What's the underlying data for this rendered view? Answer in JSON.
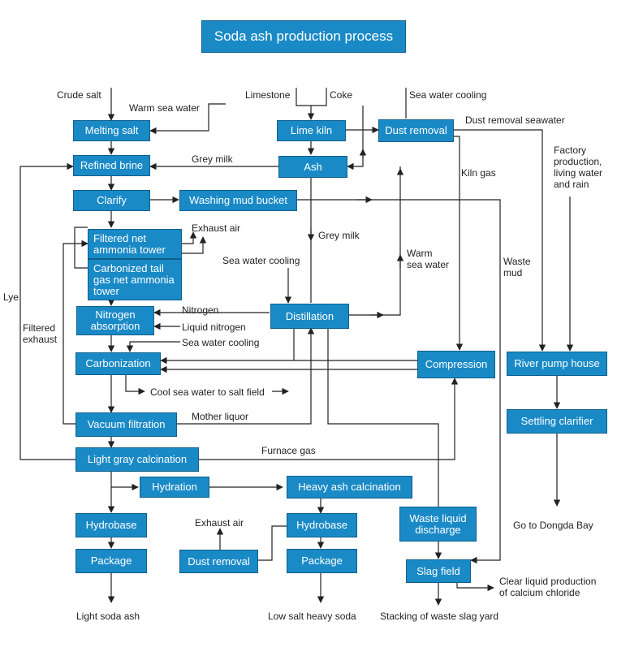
{
  "title": "Soda ash production process",
  "boxes": {
    "melting_salt": "Melting salt",
    "refined_brine": "Refined brine",
    "clarify": "Clarify",
    "washing_mud_bucket": "Washing mud bucket",
    "lime_kiln": "Lime kiln",
    "ash": "Ash",
    "dust_removal_top": "Dust removal",
    "filtered_net_ammonia_tower": "Filtered net\nammonia tower",
    "carbonized_tail_gas": "Carbonized tail\ngas net ammonia\ntower",
    "nitrogen_absorption": "Nitrogen\nabsorption",
    "distillation": "Distillation",
    "carbonization": "Carbonization",
    "compression": "Compression",
    "river_pump_house": "River pump house",
    "settling_clarifier": "Settling clarifier",
    "vacuum_filtration": "Vacuum filtration",
    "light_gray_calcination": "Light gray calcination",
    "hydration": "Hydration",
    "heavy_ash_calcination": "Heavy ash calcination",
    "hydrobase_left": "Hydrobase",
    "package_left": "Package",
    "dust_removal_bottom": "Dust removal",
    "hydrobase_right": "Hydrobase",
    "package_right": "Package",
    "waste_liquid_discharge": "Waste liquid\ndischarge",
    "slag_field": "Slag field"
  },
  "labels": {
    "crude_salt": "Crude salt",
    "warm_sea_water": "Warm sea water",
    "limestone": "Limestone",
    "coke": "Coke",
    "sea_water_cooling_top": "Sea water cooling",
    "dust_removal_seawater": "Dust removal seawater",
    "grey_milk_top": "Grey milk",
    "kiln_gas": "Kiln gas",
    "factory_production": "Factory\nproduction,\nliving water\nand rain",
    "exhaust_air_top": "Exhaust air",
    "grey_milk_mid": "Grey milk",
    "warm_sea_water_mid": "Warm\nsea water",
    "waste_mud": "Waste\nmud",
    "sea_water_cooling_mid": "Sea water cooling",
    "lye": "Lye",
    "filtered_exhaust": "Filtered\nexhaust",
    "nitrogen": "Nitrogen",
    "liquid_nitrogen": "Liquid nitrogen",
    "sea_water_cooling_low": "Sea water cooling",
    "cool_sea_water": "Cool sea water to salt field",
    "mother_liquor": "Mother liquor",
    "furnace_gas": "Furnace gas",
    "exhaust_air_bottom": "Exhaust air",
    "go_to_dongda_bay": "Go to Dongda Bay",
    "clear_liquid": "Clear liquid production\nof calcium chloride",
    "light_soda_ash": "Light soda ash",
    "low_salt_heavy_soda": "Low salt heavy soda",
    "stacking_waste_slag": "Stacking of waste slag yard"
  },
  "colors": {
    "box_fill": "#1a8ac6",
    "box_border": "#0e5f8c",
    "line": "#222222"
  }
}
